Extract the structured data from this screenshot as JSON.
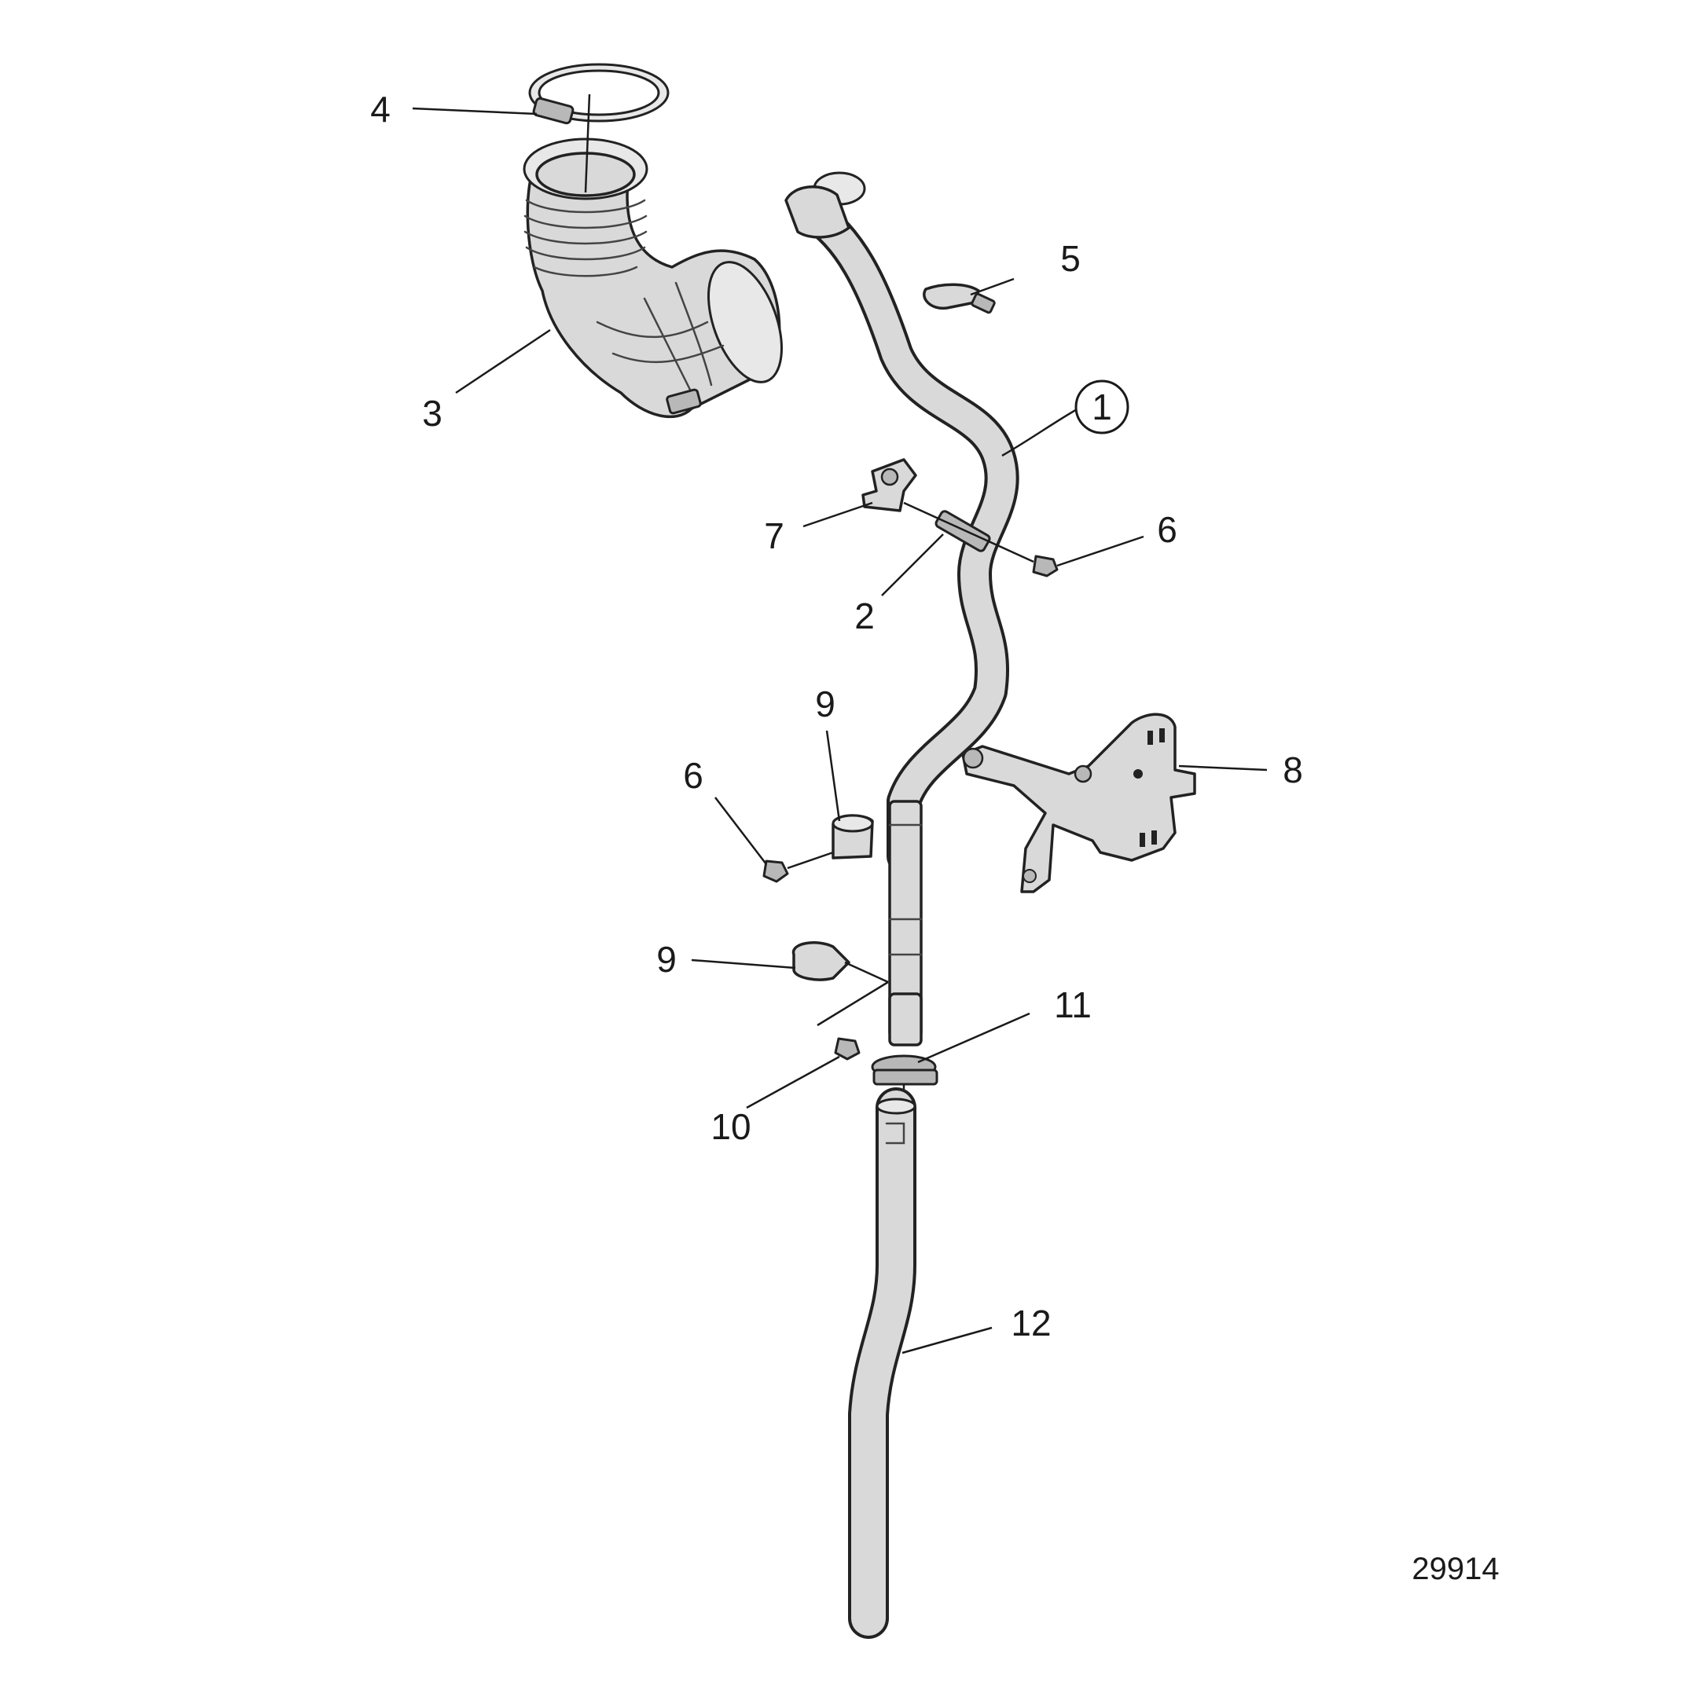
{
  "figure_id": "29914",
  "callouts": {
    "c1": "1",
    "c2": "2",
    "c3": "3",
    "c4": "4",
    "c5": "5",
    "c6a": "6",
    "c6b": "6",
    "c7": "7",
    "c8": "8",
    "c9a": "9",
    "c9b": "9",
    "c10": "10",
    "c11": "11",
    "c12": "12"
  }
}
